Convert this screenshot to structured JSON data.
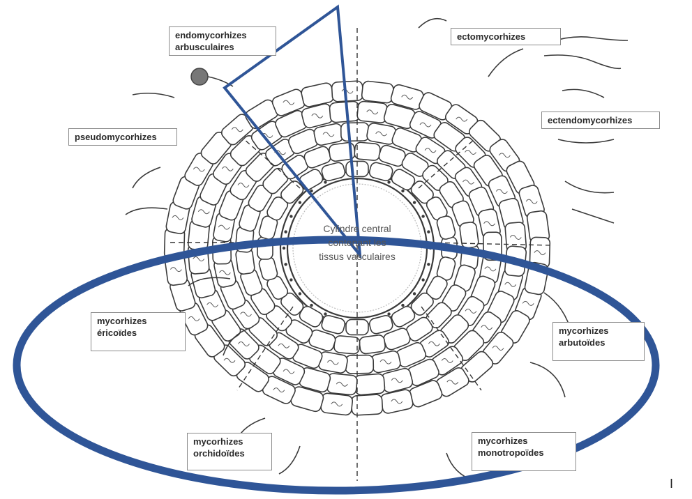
{
  "labels": {
    "endo_arbusculaires": [
      "endomycorhizes",
      "arbusculaires"
    ],
    "ectomycorhizes": "ectomycorhizes",
    "ectendomycorhizes": "ectendomycorhizes",
    "pseudomycorhizes": "pseudomycorhizes",
    "ericoides": [
      "mycorhizes",
      "éricoïdes"
    ],
    "arbutoides": [
      "mycorhizes",
      "arbutoïdes"
    ],
    "orchidoides": [
      "mycorhizes",
      "orchidoïdes"
    ],
    "monotropoides": [
      "mycorhizes",
      "monotropoïdes"
    ]
  },
  "center": {
    "line1": "Cylindre central",
    "line2": "contenant les",
    "line3": "tissus vasculaires"
  },
  "corner_mark": "I",
  "colors": {
    "highlight": "#2f5597",
    "outline": "#3a3a3a",
    "label_border": "#8a8a8a",
    "center_text": "#555555"
  }
}
